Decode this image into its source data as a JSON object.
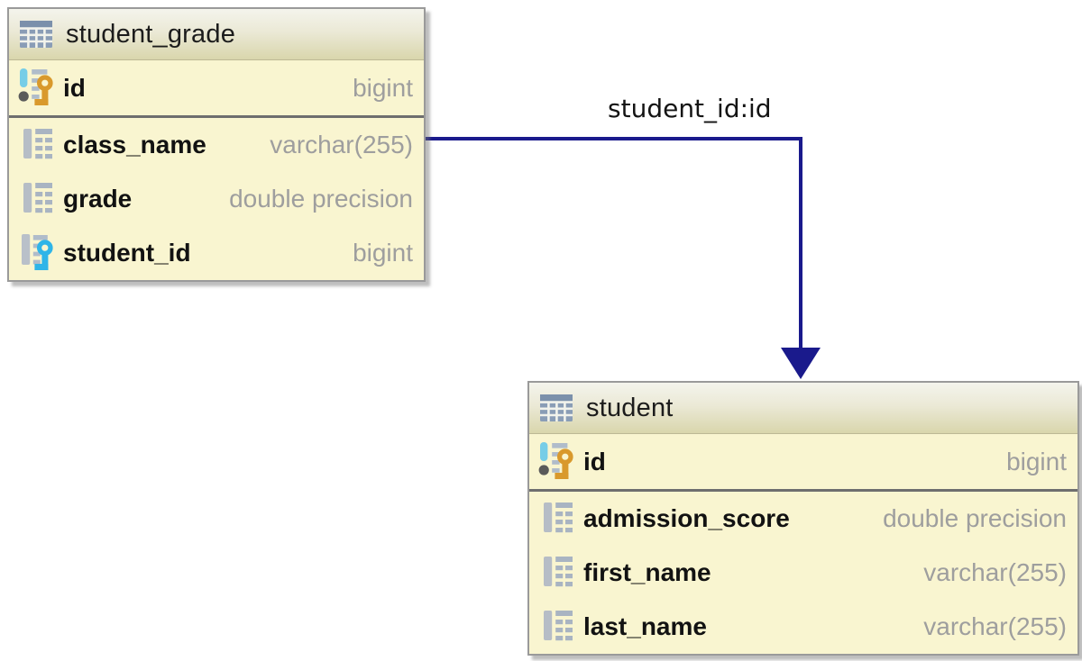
{
  "relationship": {
    "label": "student_id:id",
    "from_table": "student_grade",
    "to_table": "student"
  },
  "tables": [
    {
      "name": "student_grade",
      "columns": [
        {
          "name": "id",
          "type": "bigint",
          "key": "primary"
        },
        {
          "name": "class_name",
          "type": "varchar(255)",
          "key": "none"
        },
        {
          "name": "grade",
          "type": "double precision",
          "key": "none"
        },
        {
          "name": "student_id",
          "type": "bigint",
          "key": "foreign"
        }
      ]
    },
    {
      "name": "student",
      "columns": [
        {
          "name": "id",
          "type": "bigint",
          "key": "primary"
        },
        {
          "name": "admission_score",
          "type": "double precision",
          "key": "none"
        },
        {
          "name": "first_name",
          "type": "varchar(255)",
          "key": "none"
        },
        {
          "name": "last_name",
          "type": "varchar(255)",
          "key": "none"
        }
      ]
    }
  ],
  "icons": {
    "table": "table-grid-icon",
    "primary_key": "gold-key-column-icon",
    "foreign_key": "blue-key-column-icon",
    "column": "column-icon"
  },
  "colors": {
    "table_body": "#f9f5d0",
    "connector": "#1a1a8c",
    "primary_key": "#d9992c",
    "foreign_key": "#2fb5e8",
    "type_text": "#9e9e9e"
  }
}
